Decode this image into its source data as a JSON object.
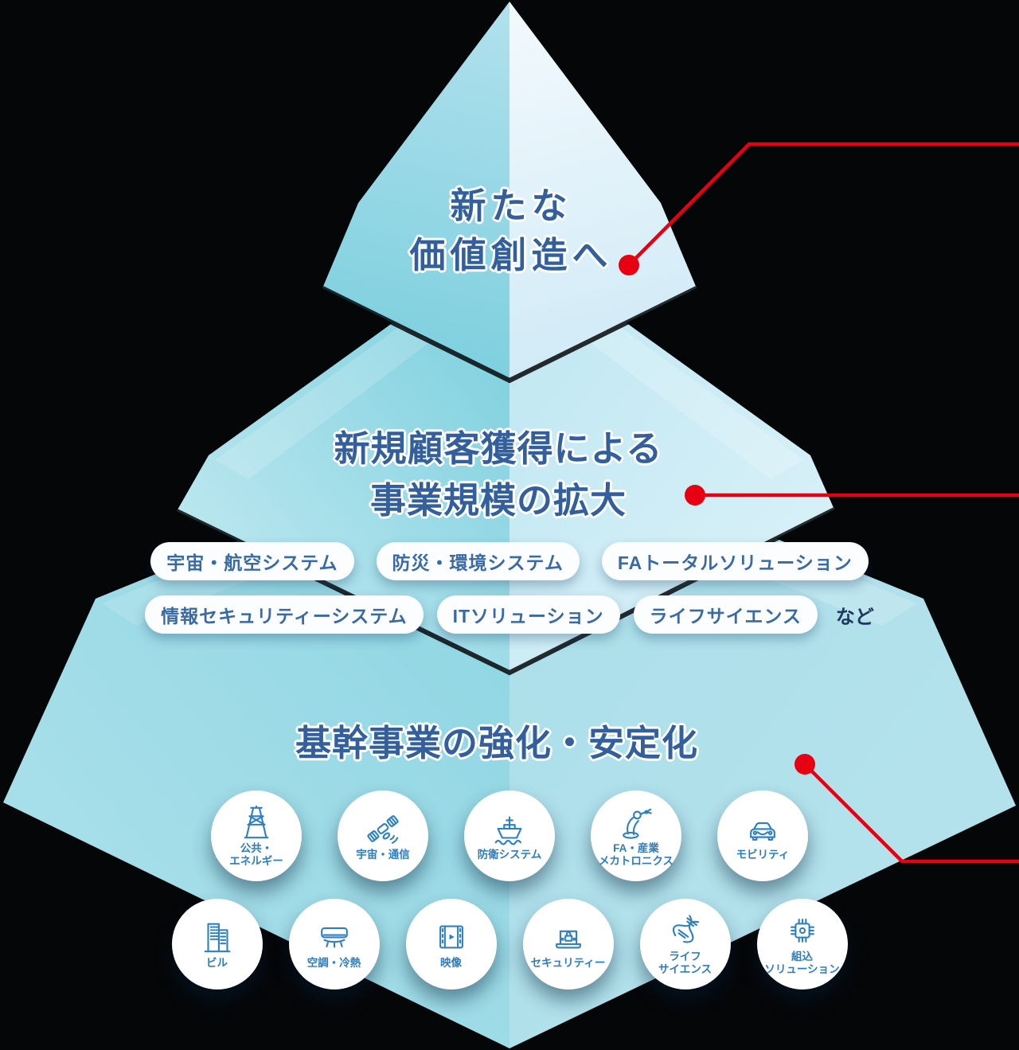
{
  "colors": {
    "accent_red": "#e60012",
    "icon_stroke": "#2e80c5",
    "heading_blue": "#33609c",
    "pill_text_blue": "#3a6aa6",
    "tier_left_cyan": "#7ccfde",
    "tier_right_blue": "#cfeaf6"
  },
  "pyramid": {
    "tier_top": {
      "title_lines": [
        "新たな",
        "価値創造へ"
      ]
    },
    "tier_middle": {
      "title_lines": [
        "新規顧客獲得による",
        "事業規模の拡大"
      ],
      "pills_row1": [
        {
          "label": "宇宙・航空システム"
        },
        {
          "label": "防災・環境システム"
        },
        {
          "label": "FAトータルソリューション"
        }
      ],
      "pills_row2": [
        {
          "label": "情報セキュリティーシステム"
        },
        {
          "label": "ITソリューション"
        },
        {
          "label": "ライフサイエンス"
        }
      ],
      "pills_suffix": "など"
    },
    "tier_base": {
      "title": "基幹事業の強化・安定化",
      "items_row1": [
        {
          "icon": "power-tower-icon",
          "label_lines": [
            "公共・",
            "エネルギー"
          ]
        },
        {
          "icon": "satellite-icon",
          "label_lines": [
            "宇宙・通信"
          ]
        },
        {
          "icon": "ship-icon",
          "label_lines": [
            "防衛システム"
          ]
        },
        {
          "icon": "robot-arm-icon",
          "label_lines": [
            "FA・産業",
            "メカトロニクス"
          ]
        },
        {
          "icon": "car-icon",
          "label_lines": [
            "モビリティ"
          ]
        }
      ],
      "items_row2": [
        {
          "icon": "building-icon",
          "label_lines": [
            "ビル"
          ]
        },
        {
          "icon": "air-conditioner-icon",
          "label_lines": [
            "空調・冷熱"
          ]
        },
        {
          "icon": "film-icon",
          "label_lines": [
            "映像"
          ]
        },
        {
          "icon": "security-laptop-icon",
          "label_lines": [
            "セキュリティー"
          ]
        },
        {
          "icon": "dna-icon",
          "label_lines": [
            "ライフ",
            "サイエンス"
          ]
        },
        {
          "icon": "chip-icon",
          "label_lines": [
            "組込",
            "ソリューション"
          ]
        }
      ]
    }
  }
}
